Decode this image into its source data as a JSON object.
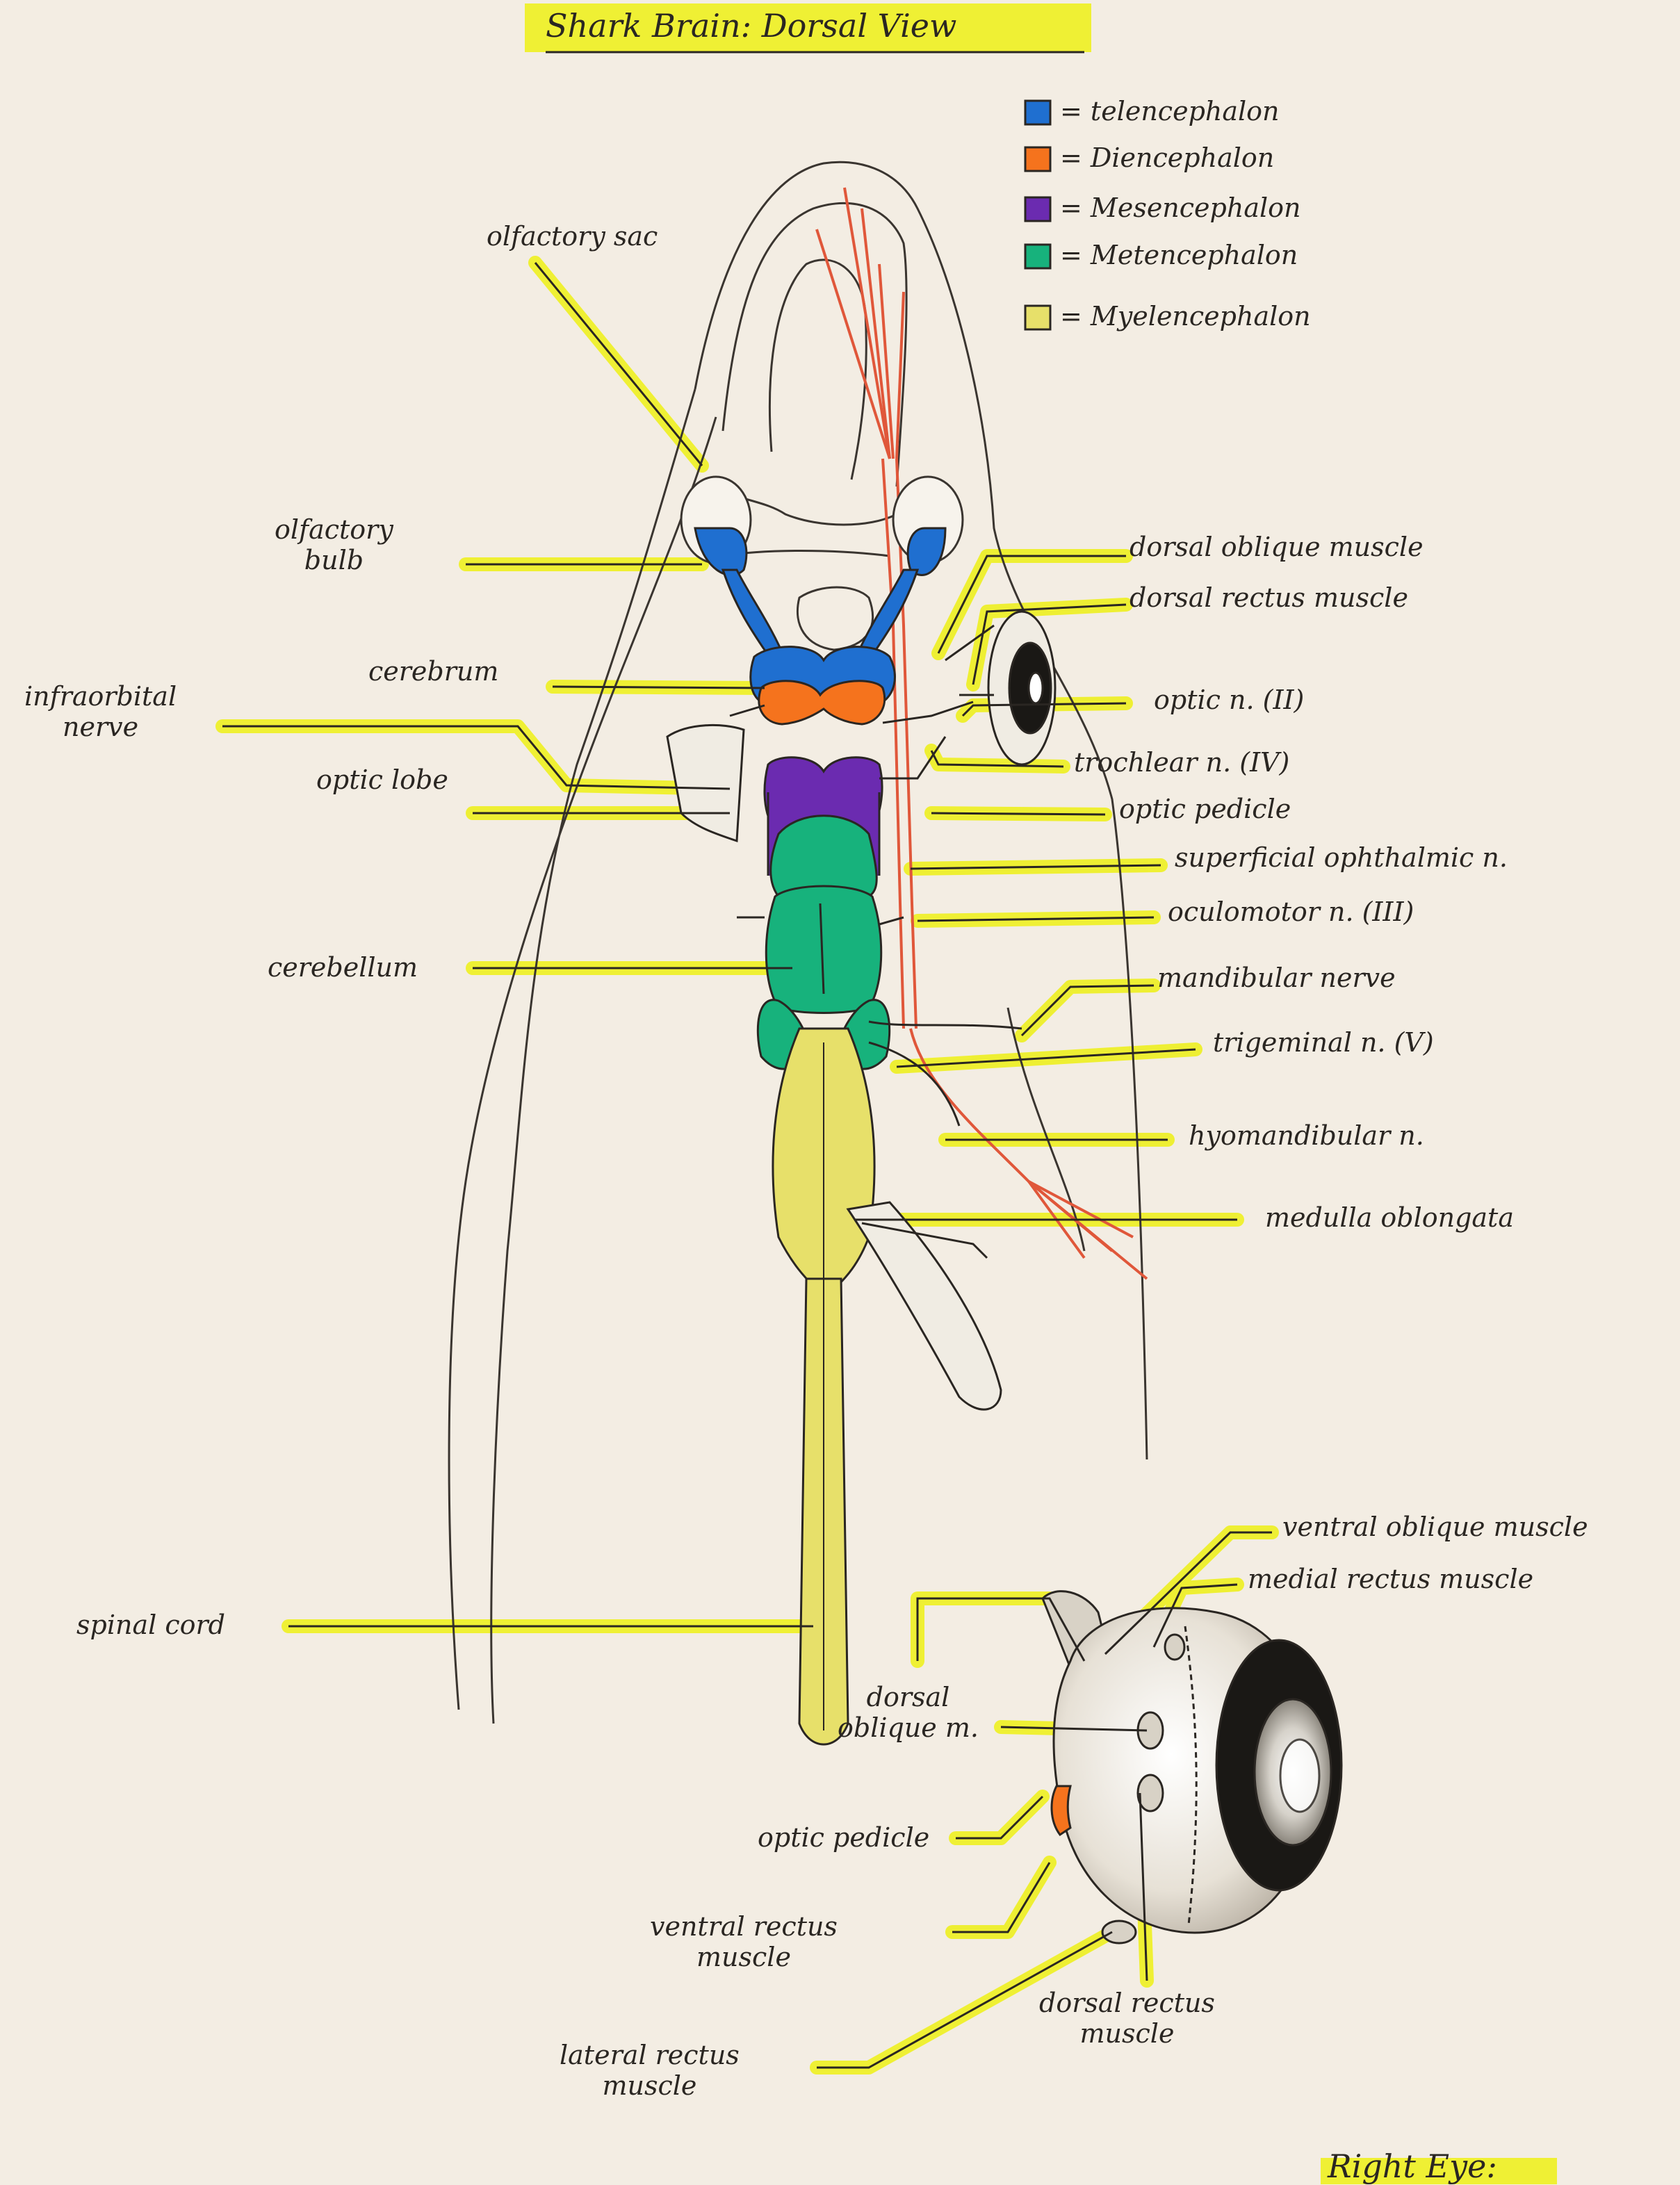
{
  "title": "Shark Brain: Dorsal View",
  "legend": [
    {
      "color": "#1f6fd0",
      "text": "= telencephalon"
    },
    {
      "color": "#f5731d",
      "text": "= Diencephalon"
    },
    {
      "color": "#6b2bb0",
      "text": "= Mesencephalon"
    },
    {
      "color": "#17b27c",
      "text": "= Metencephalon"
    },
    {
      "color": "#e7e06a",
      "text": "= Myelencephalon"
    }
  ],
  "labels": {
    "olfactory_sac": "olfactory sac",
    "olfactory_bulb": "olfactory\nbulb",
    "cerebrum": "cerebrum",
    "infraorbital_nerve": "infraorbital\nnerve",
    "optic_lobe": "optic lobe",
    "cerebellum": "cerebellum",
    "spinal_cord": "spinal cord",
    "dorsal_oblique_muscle": "dorsal oblique muscle",
    "dorsal_rectus_muscle": "dorsal rectus muscle",
    "optic_n": "optic n. (II)",
    "trochlear_n": "trochlear n. (IV)",
    "optic_pedicle": "optic pedicle",
    "superficial_ophthalmic_n": "superficial ophthalmic n.",
    "oculomotor_n": "oculomotor n. (III)",
    "mandibular_nerve": "mandibular nerve",
    "trigeminal_n": "trigeminal n. (V)",
    "hyomandibular_n": "hyomandibular n.",
    "medulla_oblongata": "medulla oblongata",
    "eye_ventral_oblique_muscle": "ventral oblique muscle",
    "eye_medial_rectus_muscle": "medial rectus muscle",
    "eye_dorsal_oblique_m": "dorsal\noblique m.",
    "eye_optic_pedicle": "optic pedicle",
    "eye_ventral_rectus_muscle": "ventral rectus\nmuscle",
    "eye_lateral_rectus_muscle": "lateral rectus\nmuscle",
    "eye_dorsal_rectus_muscle": "dorsal rectus\nmuscle"
  },
  "eye_title": "Right Eye:",
  "colors": {
    "paper": "#f3ede3",
    "highlighter": "#eef02a",
    "pencil": "#2a2622",
    "telencephalon": "#1f6fd0",
    "diencephalon": "#f5731d",
    "mesencephalon": "#6b2bb0",
    "metencephalon": "#17b27c",
    "myelencephalon": "#e7e06a",
    "nerve_red": "#e0573a"
  }
}
